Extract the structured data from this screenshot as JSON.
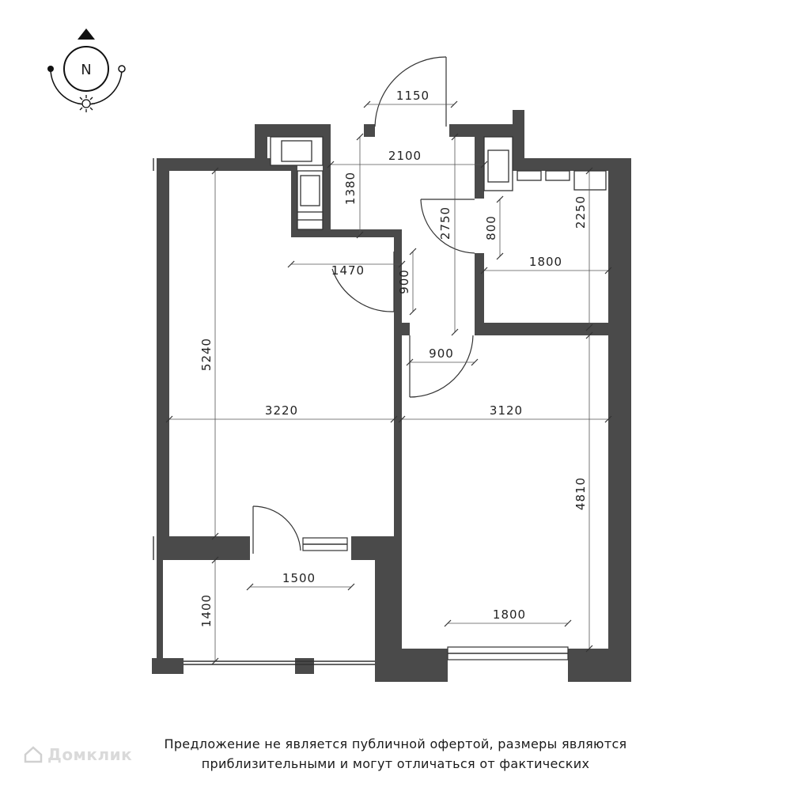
{
  "compass": {
    "label": "N",
    "icon": "north-compass-icon"
  },
  "dimensions": [
    {
      "id": "d1150",
      "text": "1150"
    },
    {
      "id": "d2100",
      "text": "2100"
    },
    {
      "id": "d1380",
      "text": "1380"
    },
    {
      "id": "d2750",
      "text": "2750"
    },
    {
      "id": "d800",
      "text": "800"
    },
    {
      "id": "d2250",
      "text": "2250"
    },
    {
      "id": "d1470",
      "text": "1470"
    },
    {
      "id": "d1800a",
      "text": "1800"
    },
    {
      "id": "d900a",
      "text": "900"
    },
    {
      "id": "d900b",
      "text": "900"
    },
    {
      "id": "d5240",
      "text": "5240"
    },
    {
      "id": "d3220",
      "text": "3220"
    },
    {
      "id": "d3120",
      "text": "3120"
    },
    {
      "id": "d4810",
      "text": "4810"
    },
    {
      "id": "d1500",
      "text": "1500"
    },
    {
      "id": "d1400",
      "text": "1400"
    },
    {
      "id": "d1800b",
      "text": "1800"
    }
  ],
  "disclaimer": {
    "line1": "Предложение не является публичной офертой, размеры являются",
    "line2": "приблизительными и могут отличаться от фактических"
  },
  "watermark": {
    "text": "Домклик",
    "icon": "house-logo-icon"
  }
}
